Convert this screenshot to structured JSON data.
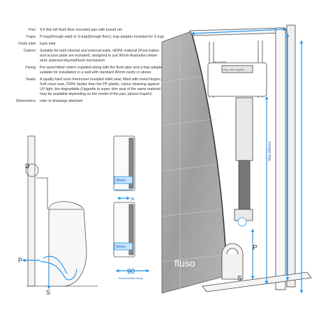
{
  "specs": [
    {
      "label": "Pan:",
      "value": "4.5 litre full flush floor mounted pan with boxed rim"
    },
    {
      "label": "Traps:",
      "value": "P-trap(through wall) or S-trap(through floor), trap adapter included for S trap"
    },
    {
      "label": "Flush inlet:",
      "value": "back inlet"
    },
    {
      "label": "Cistern:",
      "value": "Suitable for both internal and external walls, HDPE material (Push button and access plate are included), designed to suit 90mm Australian timber stud, patented AsymмFlush mechanism"
    },
    {
      "label": "Fixing:",
      "value": "Pre-assembled cistern supplied along with the flush pipe and a trap adapter, suitable for installation in a wall with standard 90mm cavity or above."
    },
    {
      "label": "Seats:",
      "value": "A quality hard resin thermoset moulded toilet seat, fitted with metal hinges, Soft close seat, 200% harder than the PP plastic, colour retaining against UV light, bio-degradable (Upgrade to super slim seat of the same material may be available depending on the model of the pan, please inquire)"
    },
    {
      "label": "Dimensions:",
      "value": "refer to drawings attached"
    }
  ],
  "diagram_labels": {
    "d": "D",
    "p_left": "P",
    "s_left": "S",
    "dim_90mm_top": "90mm",
    "dim_90mm_bottom": "90mm",
    "dim_90": "90",
    "dim_90_caption": "Recommended Cavity",
    "dim_35": "35",
    "brand": "fluso",
    "p_right": "P",
    "s_right": "S",
    "max_access": "Max.900mm",
    "top_label": "Top of wall",
    "panel_label": "Stop valve supplied"
  },
  "colors": {
    "tile_gray": "#a8a8a8",
    "arrow_blue": "#2196f3",
    "line": "#444444"
  }
}
